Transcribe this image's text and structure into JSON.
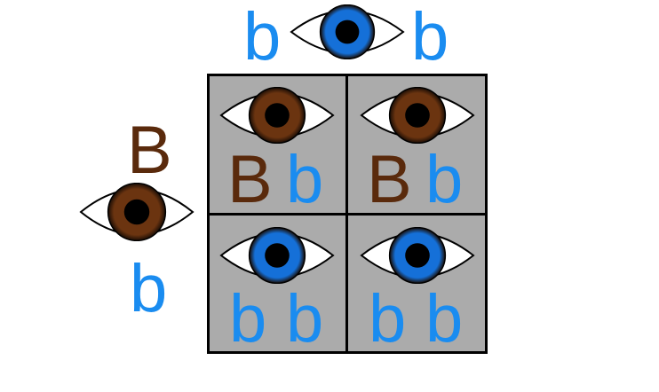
{
  "colors": {
    "brown_text": "#5a2a0c",
    "blue_text": "#1a8cf0",
    "brown_iris": "#6b3410",
    "blue_iris": "#1570d8",
    "cell_bg": "#ababab"
  },
  "parent_top": {
    "allele_left": "b",
    "allele_right": "b",
    "eye_color": "blue"
  },
  "parent_left": {
    "allele_top": "B",
    "allele_bottom": "b",
    "eye_color": "brown"
  },
  "cells": [
    {
      "eye_color": "brown",
      "allele_1": "B",
      "allele_2": "b"
    },
    {
      "eye_color": "brown",
      "allele_1": "B",
      "allele_2": "b"
    },
    {
      "eye_color": "blue",
      "allele_1": "b",
      "allele_2": "b"
    },
    {
      "eye_color": "blue",
      "allele_1": "b",
      "allele_2": "b"
    }
  ]
}
